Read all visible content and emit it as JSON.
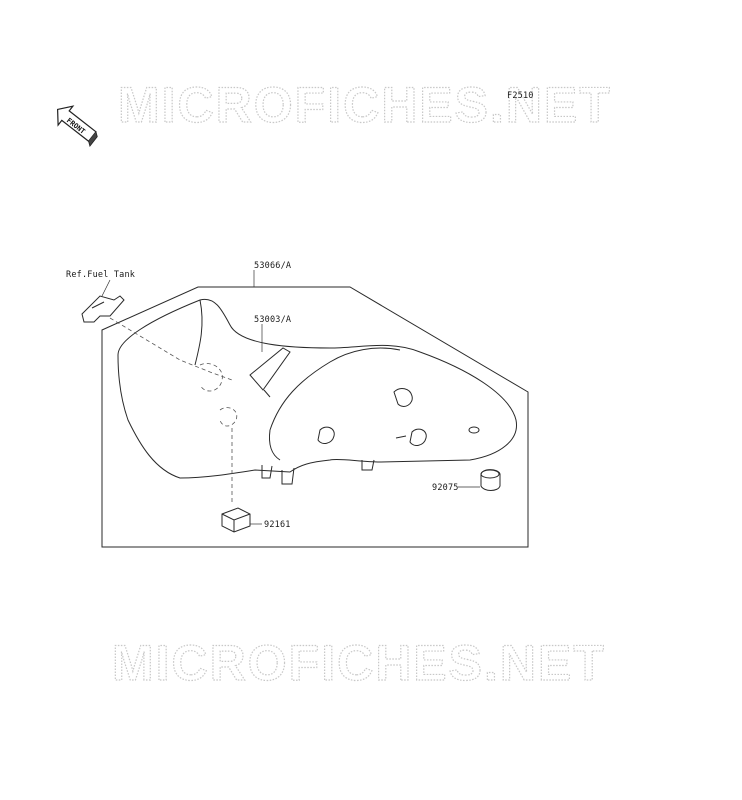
{
  "figure_code": "F2510",
  "front_label": "FRONT",
  "watermark_top": "MICROFICHES.NET",
  "watermark_bottom": "MICROFICHES.NET",
  "callouts": {
    "ref_fuel_tank": "Ref.Fuel Tank",
    "seat_assembly": "53066/A",
    "seat_pad": "53003/A",
    "damper": "92075",
    "rubber_block": "92161"
  }
}
